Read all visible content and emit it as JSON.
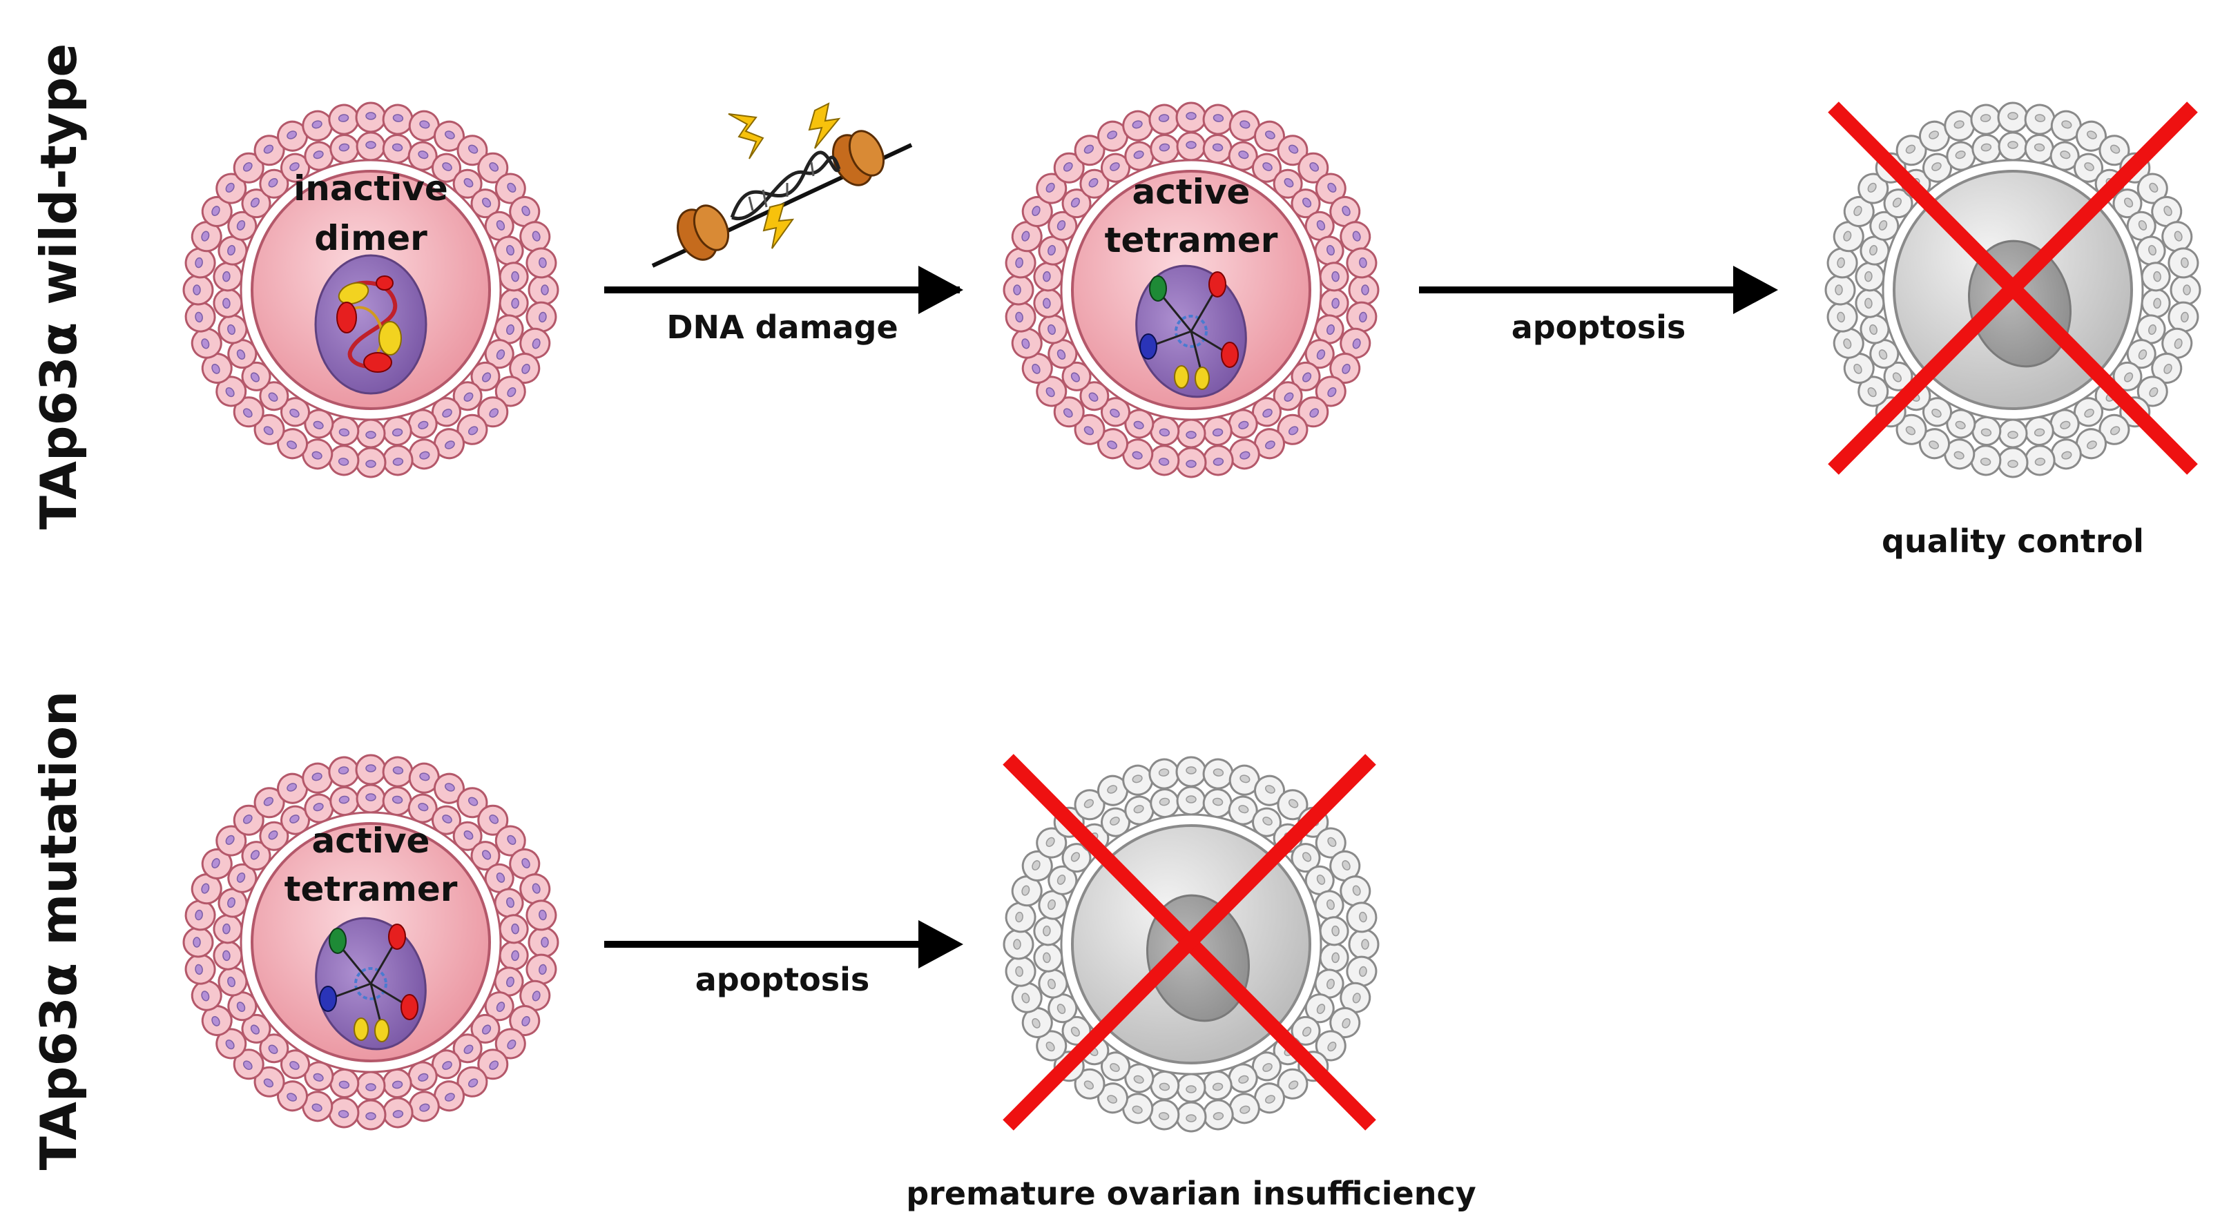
{
  "rows": {
    "wildtype": {
      "label": "TAp63α wild-type",
      "cell1": {
        "label_line1": "inactive",
        "label_line2": "dimer"
      },
      "arrow1": {
        "label": "DNA damage"
      },
      "cell2": {
        "label_line1": "active",
        "label_line2": "tetramer"
      },
      "arrow2": {
        "label": "apoptosis"
      },
      "outcome": {
        "label": "quality control"
      }
    },
    "mutation": {
      "label": "TAp63α mutation",
      "cell1": {
        "label_line1": "active",
        "label_line2": "tetramer"
      },
      "arrow1": {
        "label": "apoptosis"
      },
      "outcome": {
        "label": "premature ovarian insufficiency"
      }
    }
  },
  "colors": {
    "follicle_pink": "#f2b8c2",
    "oocyte_pink": "#f0a5ad",
    "nucleus_purple": "#8e6cb5",
    "dead_gray": "#d6d6d6",
    "cross_red": "#ee1111",
    "lightning_yellow": "#f7c20c",
    "arrow_black": "#000000"
  },
  "icons": [
    "dna-damage-icon",
    "lightning-bolt-icon",
    "red-cross-icon"
  ]
}
